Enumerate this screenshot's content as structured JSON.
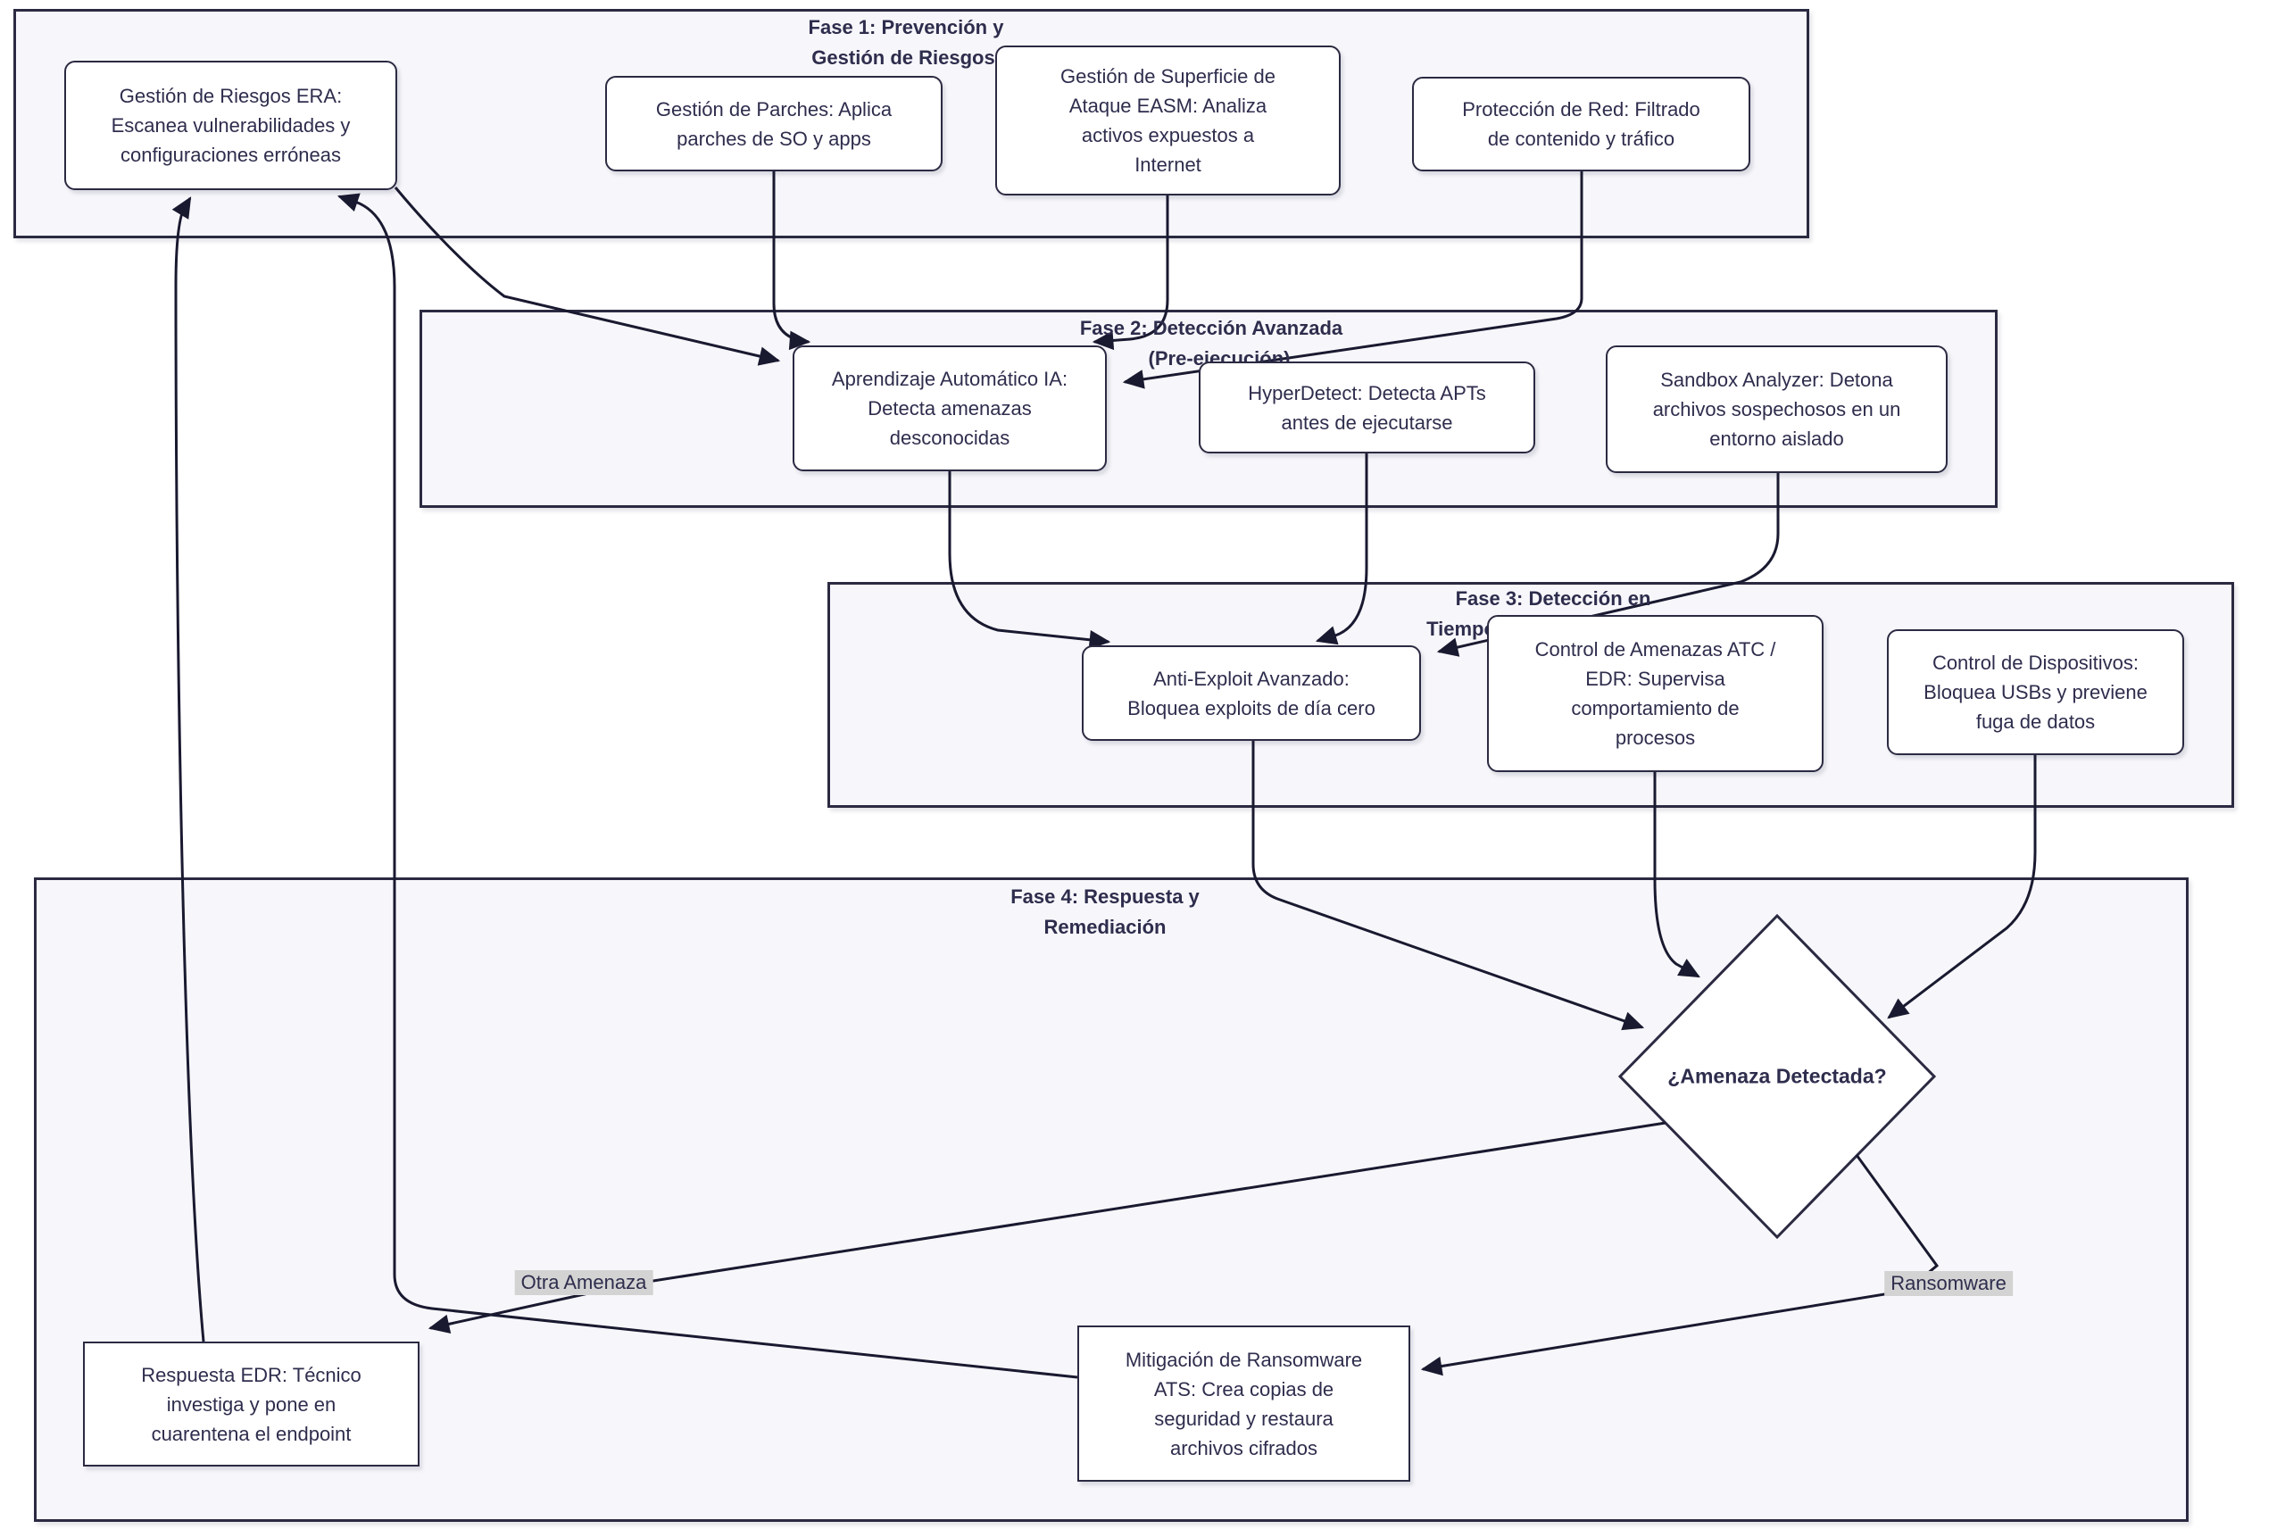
{
  "clusters": {
    "fase1": {
      "title_line1": "Fase 1: Prevención y",
      "title_line2": "Gestión de Riesgos"
    },
    "fase2": {
      "title_line1": "Fase 2: Detección Avanzada",
      "title_line2": "(Pre-ejecución)"
    },
    "fase3": {
      "title_line1": "Fase 3: Detección en",
      "title_line2": "Tiempo"
    },
    "fase4": {
      "title_line1": "Fase 4: Respuesta y",
      "title_line2": "Remediación"
    }
  },
  "nodes": {
    "era": {
      "lines": [
        "Gestión de Riesgos ERA:",
        "Escanea vulnerabilidades y",
        "configuraciones erróneas"
      ]
    },
    "parches": {
      "lines": [
        "Gestión de Parches: Aplica",
        "parches de SO y apps"
      ]
    },
    "easm": {
      "lines": [
        "Gestión de Superficie de",
        "Ataque EASM: Analiza",
        "activos expuestos a",
        "Internet"
      ]
    },
    "protred": {
      "lines": [
        "Protección de Red: Filtrado",
        "de contenido y tráfico"
      ]
    },
    "aprendizaje": {
      "lines": [
        "Aprendizaje Automático IA:",
        "Detecta amenazas",
        "desconocidas"
      ]
    },
    "hyperdetect": {
      "lines": [
        "HyperDetect: Detecta APTs",
        "antes de ejecutarse"
      ]
    },
    "sandbox": {
      "lines": [
        "Sandbox Analyzer: Detona",
        "archivos sospechosos en un",
        "entorno aislado"
      ]
    },
    "antiexploit": {
      "lines": [
        "Anti-Exploit Avanzado:",
        "Bloquea exploits de día cero"
      ]
    },
    "atc_edr": {
      "lines": [
        "Control de Amenazas ATC /",
        "EDR: Supervisa",
        "comportamiento de",
        "procesos"
      ]
    },
    "dispositivos": {
      "lines": [
        "Control de Dispositivos:",
        "Bloquea USBs y previene",
        "fuga de datos"
      ]
    },
    "respuesta_edr": {
      "lines": [
        "Respuesta EDR: Técnico",
        "investiga y pone en",
        "cuarentena el endpoint"
      ]
    },
    "mitigacion_ats": {
      "lines": [
        "Mitigación de Ransomware",
        "ATS: Crea copias de",
        "seguridad y restaura",
        "archivos cifrados"
      ]
    },
    "decision": {
      "label": "¿Amenaza Detectada?"
    }
  },
  "edge_labels": {
    "otra_amenaza": "Otra Amenaza",
    "ransomware": "Ransomware"
  },
  "colors": {
    "node_fill": "#ffffff",
    "node_border": "#2b2a42",
    "cluster_fill": "#f7f7fb",
    "cluster_border": "#2b2a42",
    "edge_stroke": "#191930",
    "text": "#2e2d4d",
    "edge_label_bg": "#d3d3d3"
  }
}
